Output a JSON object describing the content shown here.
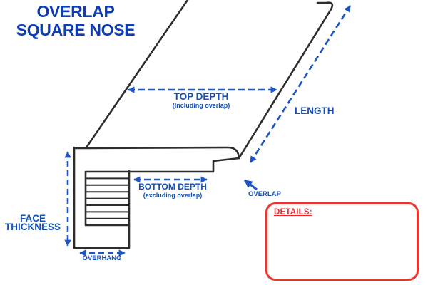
{
  "title": {
    "line1": "OVERLAP",
    "line2": "SQUARE NOSE"
  },
  "labels": {
    "top_depth": "TOP DEPTH",
    "top_depth_note": "(Including overlap)",
    "length": "LENGTH",
    "bottom_depth": "BOTTOM DEPTH",
    "bottom_depth_note": "(excluding overlap)",
    "overlap": "OVERLAP",
    "face_thickness": "FACE THICKNESS",
    "overhang": "OVERHANG",
    "details": "DETAILS:"
  },
  "colors": {
    "title_blue": "#0d3eb5",
    "dimension_blue": "#1d55c6",
    "outline_black": "#2d2d2d",
    "details_red": "#e93530"
  },
  "diagram": {
    "type": "product-dimension-diagram",
    "part": "overlap square nose stair molding",
    "dimensions_called_out": [
      "TOP DEPTH (Including overlap)",
      "LENGTH",
      "BOTTOM DEPTH (excluding overlap)",
      "OVERLAP",
      "FACE THICKNESS",
      "OVERHANG"
    ]
  }
}
